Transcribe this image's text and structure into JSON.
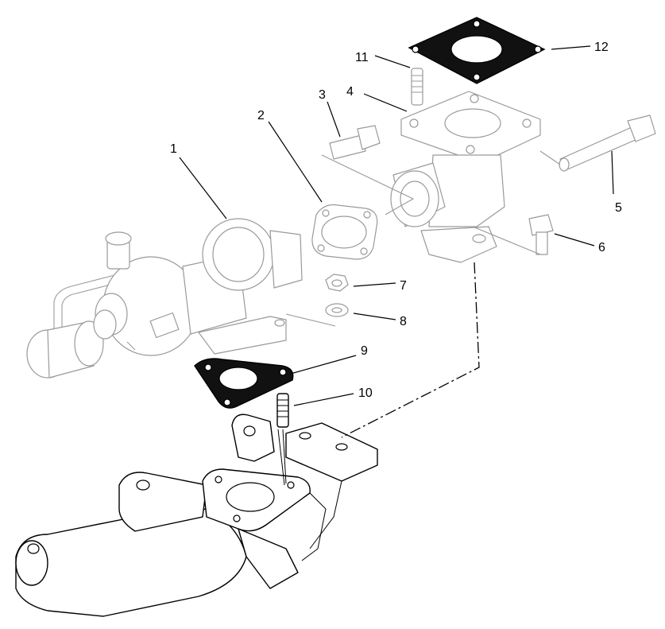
{
  "callouts": [
    {
      "id": "1",
      "label": "1"
    },
    {
      "id": "2",
      "label": "2"
    },
    {
      "id": "3",
      "label": "3"
    },
    {
      "id": "4",
      "label": "4"
    },
    {
      "id": "5",
      "label": "5"
    },
    {
      "id": "6",
      "label": "6"
    },
    {
      "id": "7",
      "label": "7"
    },
    {
      "id": "8",
      "label": "8"
    },
    {
      "id": "9",
      "label": "9"
    },
    {
      "id": "10",
      "label": "10"
    },
    {
      "id": "11",
      "label": "11"
    },
    {
      "id": "12",
      "label": "12"
    }
  ],
  "colors": {
    "line": "#000000",
    "ghost": "#9a9a9a",
    "gasket": "#111111",
    "background": "#ffffff"
  }
}
